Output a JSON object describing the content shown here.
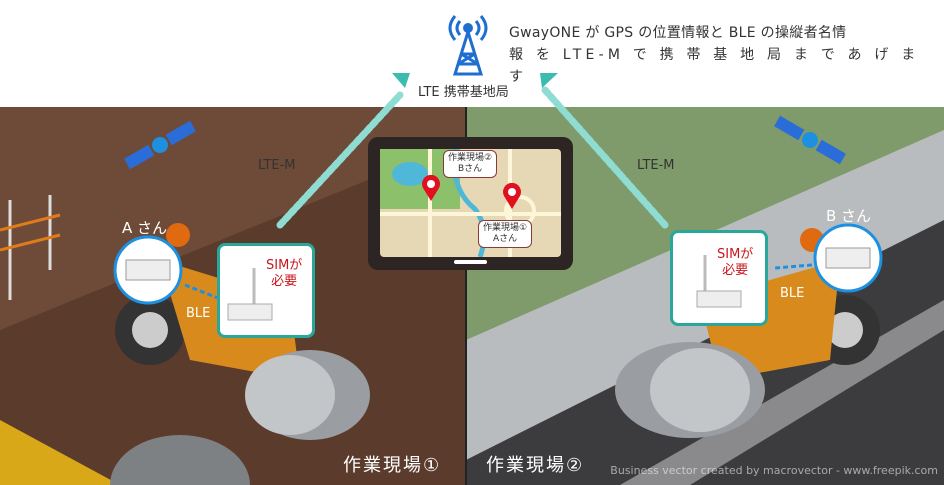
{
  "caption": {
    "line1": "GwayONE が GPS の位置情報と BLE の操縦者名情",
    "line2": "報 を LTE-M で 携 帯 基 地 局 ま で あ げ ま す"
  },
  "tower": {
    "label": "LTE 携帯基地局",
    "icon": "cell-tower-icon"
  },
  "links": {
    "left": "LTE-M",
    "right": "LTE-M"
  },
  "map": {
    "pin_a_label": [
      "作業現場①",
      "Aさん"
    ],
    "pin_b_label": [
      "作業現場②",
      "Bさん"
    ]
  },
  "site_a": {
    "name": "作業現場①",
    "person": "A さん",
    "ble": "BLE",
    "sim_note": [
      "SIMが",
      "必要"
    ]
  },
  "site_b": {
    "name": "作業現場②",
    "person": "B さん",
    "ble": "BLE",
    "sim_note": [
      "SIMが",
      "必要"
    ]
  },
  "credit": "Business vector created by macrovector - www.freepik.com",
  "colors": {
    "accent": "#2aa79b",
    "sim_text": "#c8171e",
    "tower": "#1e6fd0",
    "pin": "#e0101e"
  }
}
